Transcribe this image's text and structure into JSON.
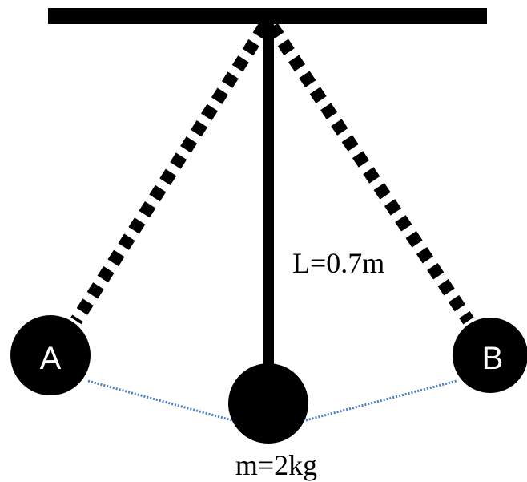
{
  "diagram": {
    "length_label": "L=0.7m",
    "mass_label": "m=2kg",
    "bob_left_label": "A",
    "bob_right_label": "B"
  },
  "colors": {
    "ink": "#000000",
    "bob_text": "#ffffff",
    "path": "#4a7fc8"
  }
}
